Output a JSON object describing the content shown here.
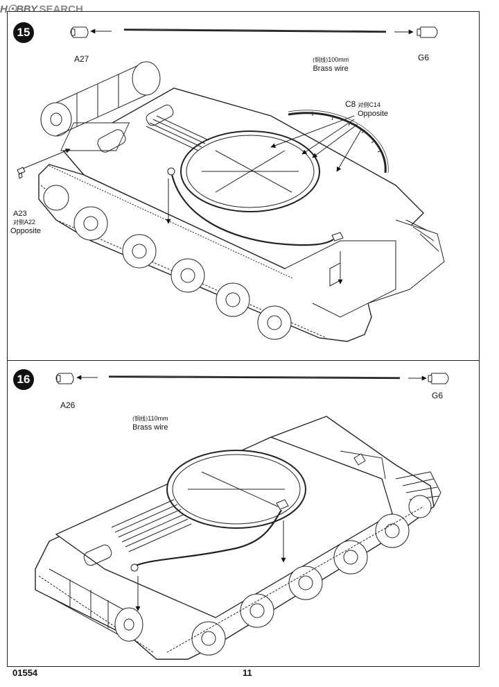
{
  "watermark": {
    "logo": "H☉BBY",
    "text": "SEARCH"
  },
  "steps": [
    {
      "number": "15",
      "parts": {
        "a27": "A27",
        "g6": "G6",
        "c8": "C8",
        "c8_cn": "对侧",
        "c14": "C14",
        "c8_opposite": "Opposite",
        "a23": "A23",
        "a23_cn": "对侧",
        "a22": "A22",
        "a23_opposite": "Opposite"
      },
      "wire": {
        "cn": "(铜线)",
        "length": "100mm",
        "name": "Brass wire"
      }
    },
    {
      "number": "16",
      "parts": {
        "a26": "A26",
        "g6": "G6"
      },
      "wire": {
        "cn": "(铜线)",
        "length": "110mm",
        "name": "Brass wire"
      }
    }
  ],
  "footer": {
    "code": "01554",
    "page": "11"
  }
}
